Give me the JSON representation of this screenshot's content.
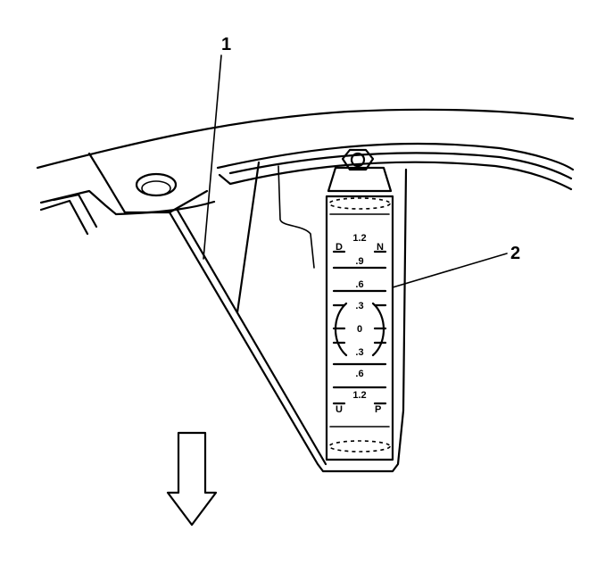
{
  "callouts": {
    "one": "1",
    "two": "2"
  },
  "gauge": {
    "top_left": "D",
    "top_right": "N",
    "bottom_left": "U",
    "bottom_right": "P",
    "values": [
      "1.2",
      ".9",
      ".6",
      ".3",
      "0",
      ".3",
      ".6",
      "1.2"
    ]
  },
  "direction_arrow": "arrow-down-icon"
}
